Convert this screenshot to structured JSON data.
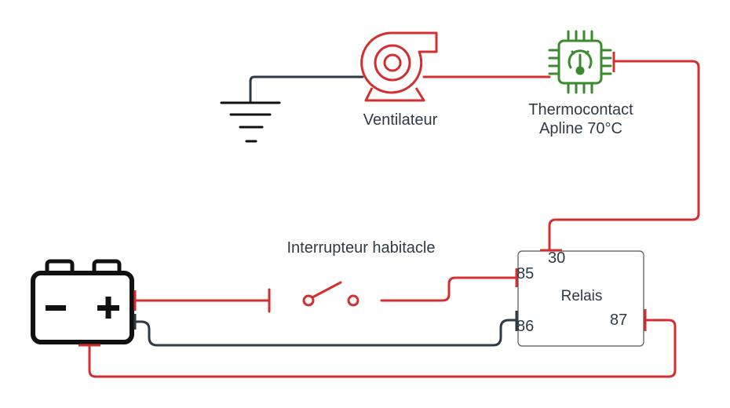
{
  "components": {
    "fan": {
      "label": "Ventilateur"
    },
    "thermocontact": {
      "label_line1": "Thermocontact",
      "label_line2": "Apline 70°C"
    },
    "switch": {
      "label": "Interrupteur habitacle"
    },
    "relay": {
      "label": "Relais",
      "pins": {
        "p30": "30",
        "p85": "85",
        "p86": "86",
        "p87": "87"
      }
    },
    "battery": {
      "minus": "−",
      "plus": "+"
    }
  },
  "colors": {
    "positive_wire": "#d32f2f",
    "ground_wire": "#2f3a46",
    "sensor": "#3a8a2e",
    "outline": "#111111",
    "relay_box": "#555555"
  }
}
